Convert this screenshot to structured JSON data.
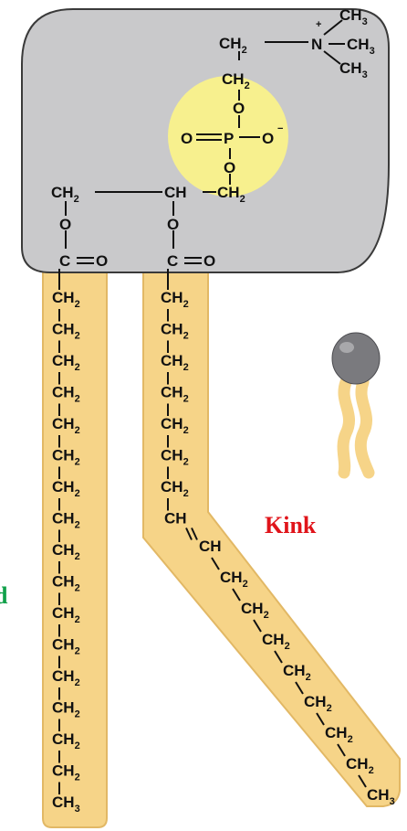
{
  "colors": {
    "head_fill": "#c9c9cb",
    "head_stroke": "#3a3a3a",
    "tail_fill": "#f6d488",
    "tail_stroke": "#e2b865",
    "phosphate_fill": "#f7f08e",
    "kink_color": "#e0141a",
    "side_label_color": "#10a04a",
    "atom_color": "#111111"
  },
  "labels": {
    "kink": "Kink",
    "side_fragment": "d"
  },
  "choline": {
    "ch2_top": "CH",
    "n_plus": "+",
    "n": "N",
    "methyl": "CH",
    "ch2_second": "CH"
  },
  "phosphate": {
    "o_top": "O",
    "o_left": "O",
    "p": "P",
    "o_right": "O",
    "o_bottom": "O",
    "minus": "−"
  },
  "glycerol": {
    "left": "CH",
    "middle": "CH",
    "right": "CH"
  },
  "ester": {
    "o": "O",
    "c": "C",
    "o_double": "O"
  },
  "chain": {
    "ch2": "CH",
    "ch3": "CH",
    "ch": "CH",
    "subscript_2": "2",
    "subscript_3": "3"
  },
  "icons": {
    "phospholipid_icon": "phospholipid-icon"
  }
}
